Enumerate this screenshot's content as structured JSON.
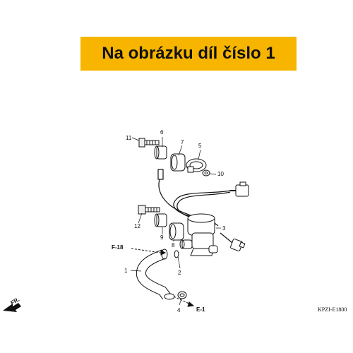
{
  "banner": {
    "text": "Na obrázku díl číslo 1",
    "color": "#f7b500"
  },
  "callouts": {
    "c1": "1",
    "c2": "2",
    "c3": "3",
    "c4": "4",
    "c5": "5",
    "c6": "6",
    "c7": "7",
    "c8": "8",
    "c9": "9",
    "c10": "10",
    "c11": "11",
    "c12": "12"
  },
  "refs": {
    "f18": "F-18",
    "e1": "E-1",
    "fr": "FR."
  },
  "diagram_code": "KPZI-E1800"
}
